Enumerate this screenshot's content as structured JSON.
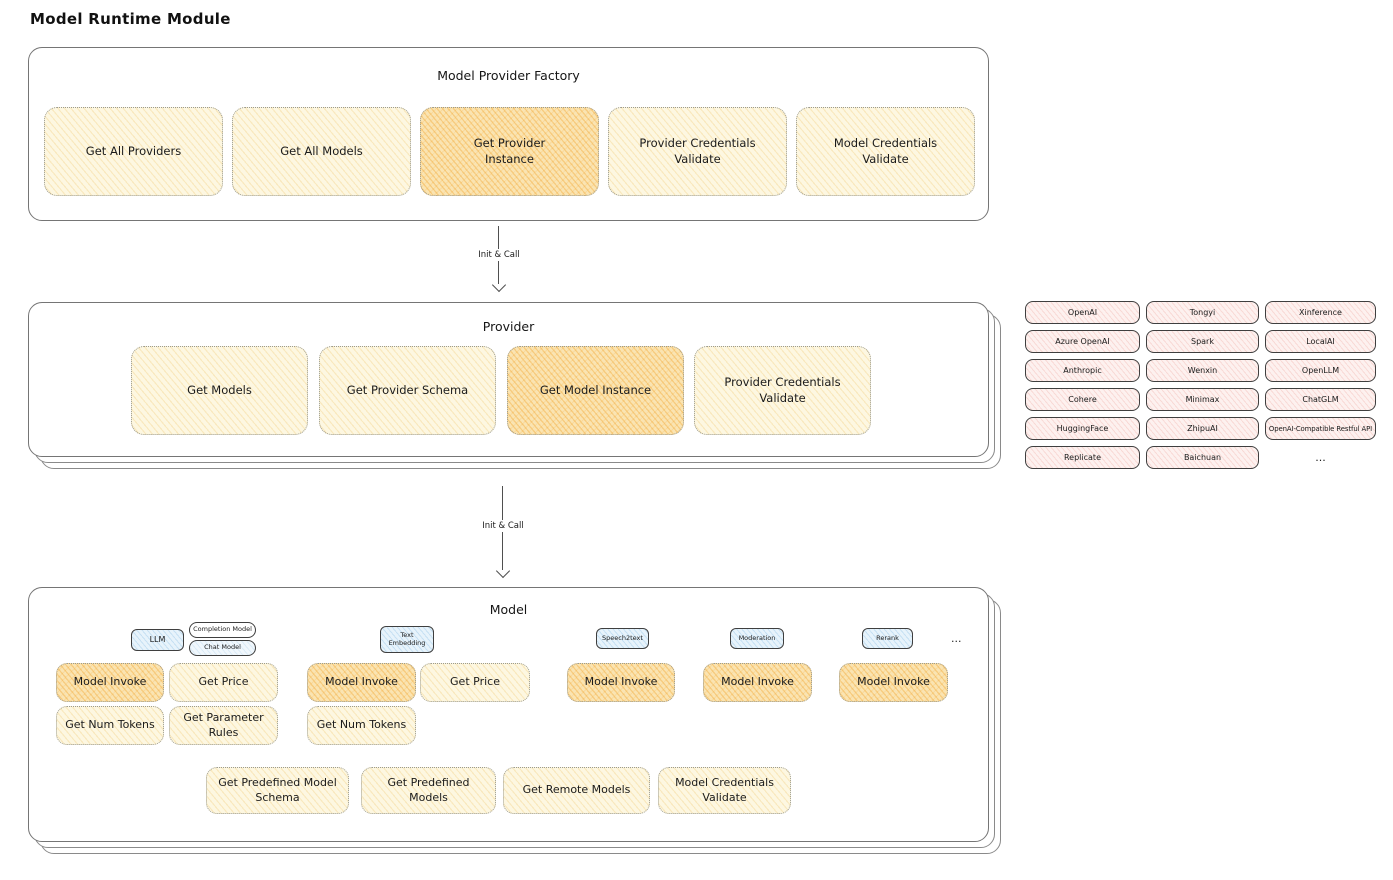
{
  "title": "Model Runtime Module",
  "factory": {
    "title": "Model Provider Factory",
    "buttons": [
      "Get All Providers",
      "Get All Models",
      "Get Provider Instance",
      "Provider Credentials Validate",
      "Model Credentials Validate"
    ]
  },
  "arrow1": {
    "label": "Init & Call"
  },
  "arrow2": {
    "label": "Init & Call"
  },
  "provider": {
    "title": "Provider",
    "buttons": [
      "Get Models",
      "Get Provider Schema",
      "Get Model Instance",
      "Provider Credentials Validate"
    ]
  },
  "provider_list": {
    "col1": [
      "OpenAI",
      "Azure OpenAI",
      "Anthropic",
      "Cohere",
      "HuggingFace",
      "Replicate"
    ],
    "col2": [
      "Tongyi",
      "Spark",
      "Wenxin",
      "Minimax",
      "ZhipuAI",
      "Baichuan"
    ],
    "col3": [
      "Xinference",
      "LocalAI",
      "OpenLLM",
      "ChatGLM",
      "OpenAI-Compatible Restful API"
    ],
    "more": "..."
  },
  "model": {
    "title": "Model",
    "tags": {
      "llm": "LLM",
      "completion": "Completion Model",
      "chat": "Chat Model",
      "text_embedding": "Text Embedding",
      "speech2text": "Speech2text",
      "moderation": "Moderation",
      "rerank": "Rerank",
      "more": "..."
    },
    "functions": {
      "model_invoke": "Model Invoke",
      "get_price": "Get Price",
      "get_num_tokens": "Get Num Tokens",
      "get_parameter_rules": "Get Parameter Rules"
    },
    "shared": [
      "Get Predefined Model Schema",
      "Get Predefined Models",
      "Get Remote Models",
      "Model Credentials Validate"
    ]
  },
  "colors": {
    "yellow_box": "#fdf7e1",
    "orange_box": "#fae4b2",
    "pink_box": "#fdf1ef",
    "blue_tag": "#e7f3fb",
    "box_border": "#757575",
    "chip_border": "#3f3f3f",
    "arrow": "#4f4f4f"
  }
}
